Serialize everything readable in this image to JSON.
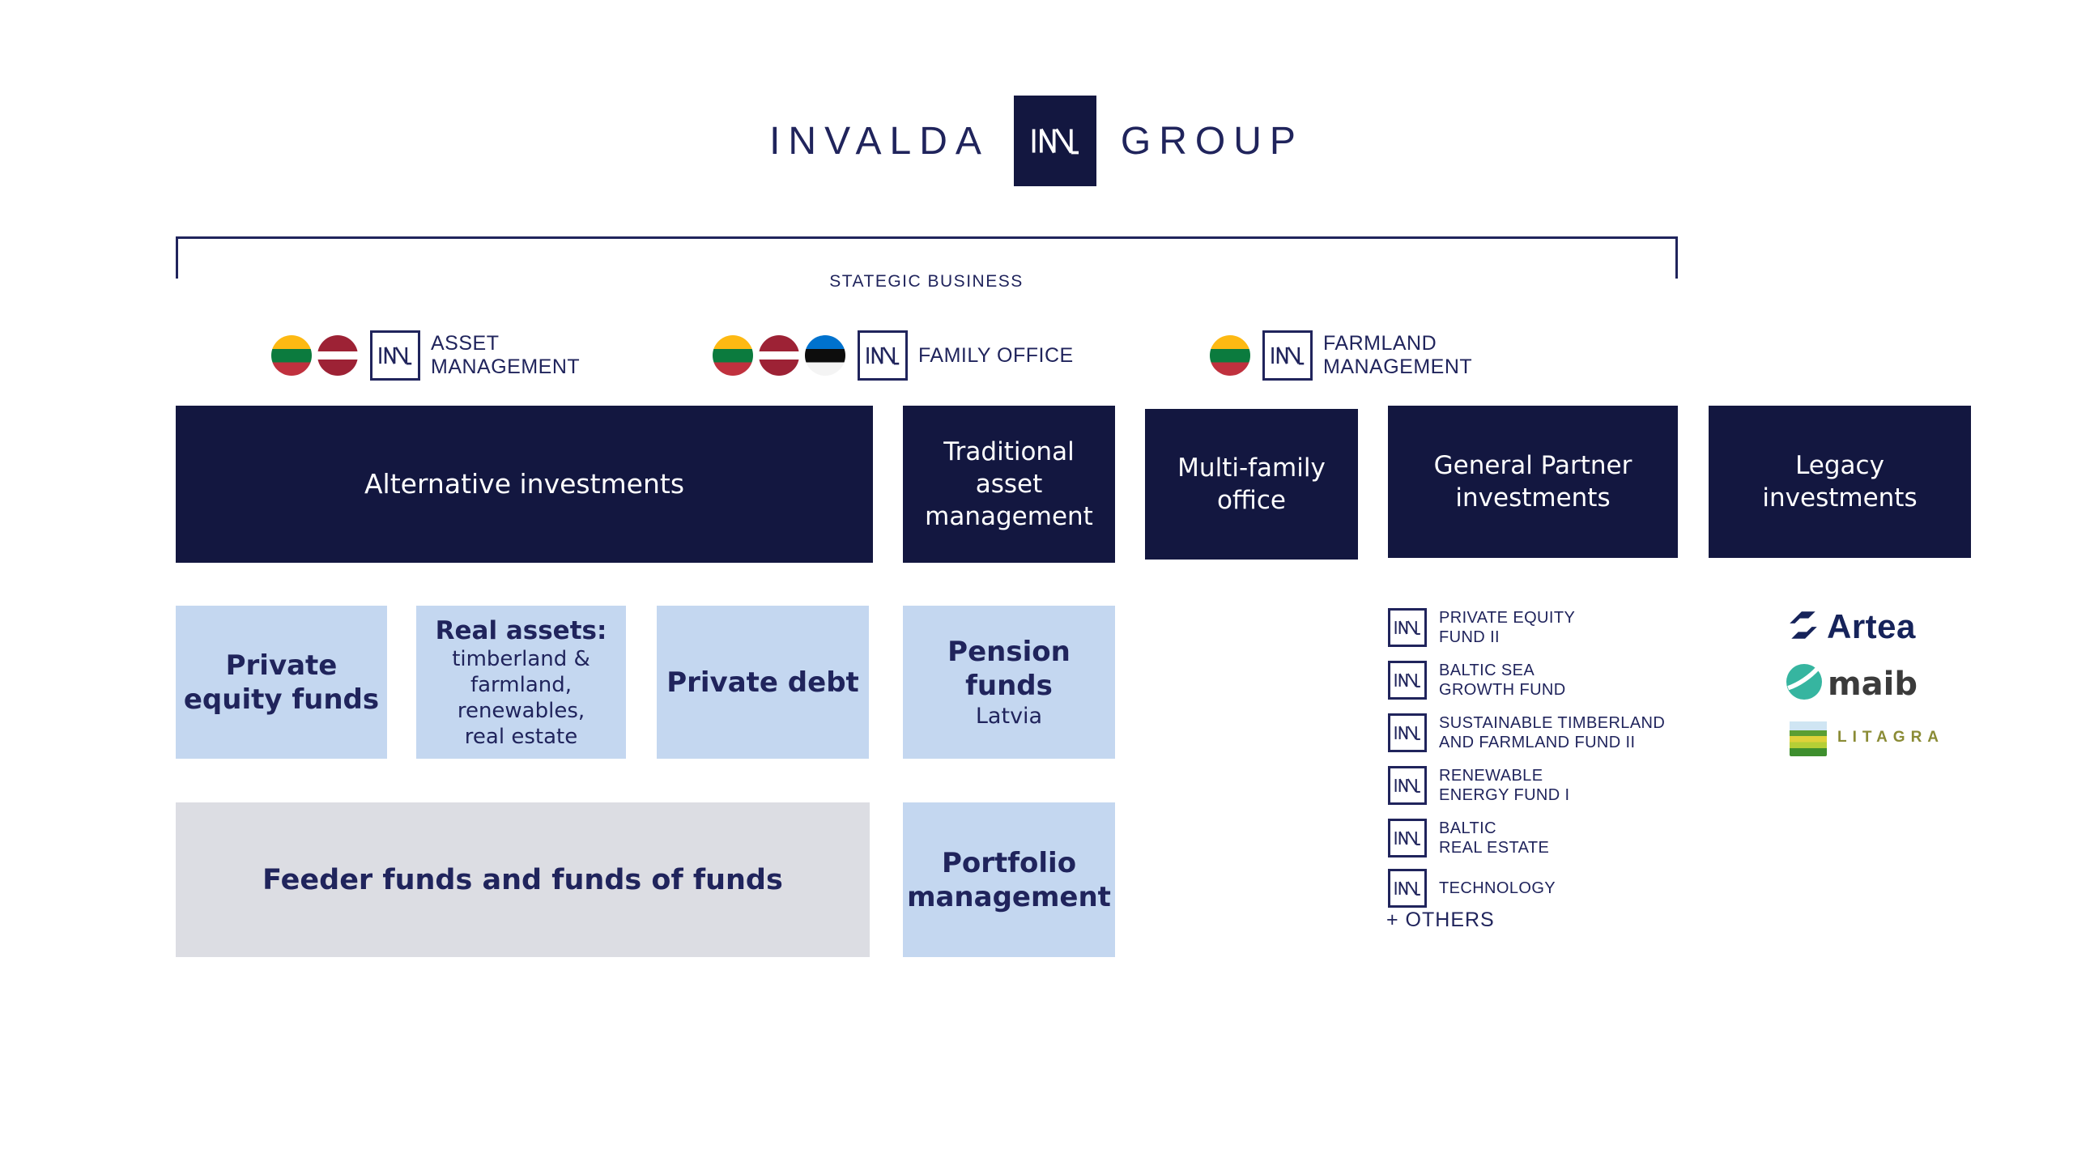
{
  "brand": {
    "left": "INVALDA",
    "right": "GROUP",
    "mark": "INL"
  },
  "strategic_label": "STATEGIC BUSINESS",
  "divisions": {
    "asset_management": {
      "line1": "ASSET",
      "line2": "MANAGEMENT",
      "flags": [
        "lithuania",
        "latvia"
      ]
    },
    "family_office": {
      "line1": "FAMILY OFFICE",
      "flags": [
        "lithuania",
        "latvia",
        "estonia"
      ]
    },
    "farmland_management": {
      "line1": "FARMLAND",
      "line2": "MANAGEMENT",
      "flags": [
        "lithuania"
      ]
    }
  },
  "pillars": {
    "alternative": "Alternative investments",
    "traditional_l1": "Traditional",
    "traditional_l2": "asset",
    "traditional_l3": "management",
    "mfo_l1": "Multi-family",
    "mfo_l2": "office",
    "gp_l1": "General Partner",
    "gp_l2": "investments",
    "legacy_l1": "Legacy",
    "legacy_l2": "investments"
  },
  "cards": {
    "pe_l1": "Private",
    "pe_l2": "equity funds",
    "real_assets_title": "Real assets:",
    "real_assets_lines": {
      "0": "timberland &",
      "1": "farmland,",
      "2": "renewables,",
      "3": "real estate"
    },
    "private_debt": "Private debt",
    "pension_l1": "Pension",
    "pension_l2": "funds",
    "pension_sub": "Latvia",
    "feeder": "Feeder funds and funds of funds",
    "portfolio_l1": "Portfolio",
    "portfolio_l2": "management"
  },
  "gp_funds": [
    {
      "line1": "PRIVATE EQUITY",
      "line2": "FUND II"
    },
    {
      "line1": "BALTIC SEA",
      "line2": "GROWTH FUND"
    },
    {
      "line1": "SUSTAINABLE TIMBERLAND",
      "line2": "AND FARMLAND FUND II"
    },
    {
      "line1": "RENEWABLE",
      "line2": "ENERGY FUND I"
    },
    {
      "line1": "BALTIC",
      "line2": "REAL ESTATE"
    },
    {
      "line1": "TECHNOLOGY"
    }
  ],
  "gp_others": "+ OTHERS",
  "legacy_logos": {
    "artea": "Artea",
    "maib": "maib",
    "litagra": "LITAGRA"
  },
  "colors": {
    "navy": "#131740",
    "light_blue": "#c4d7f0",
    "gray": "#dcdde3",
    "text_navy": "#20245c",
    "artea_navy": "#16235a",
    "maib_teal": "#36b5a0",
    "litagra_olive": "#8a8b35"
  }
}
